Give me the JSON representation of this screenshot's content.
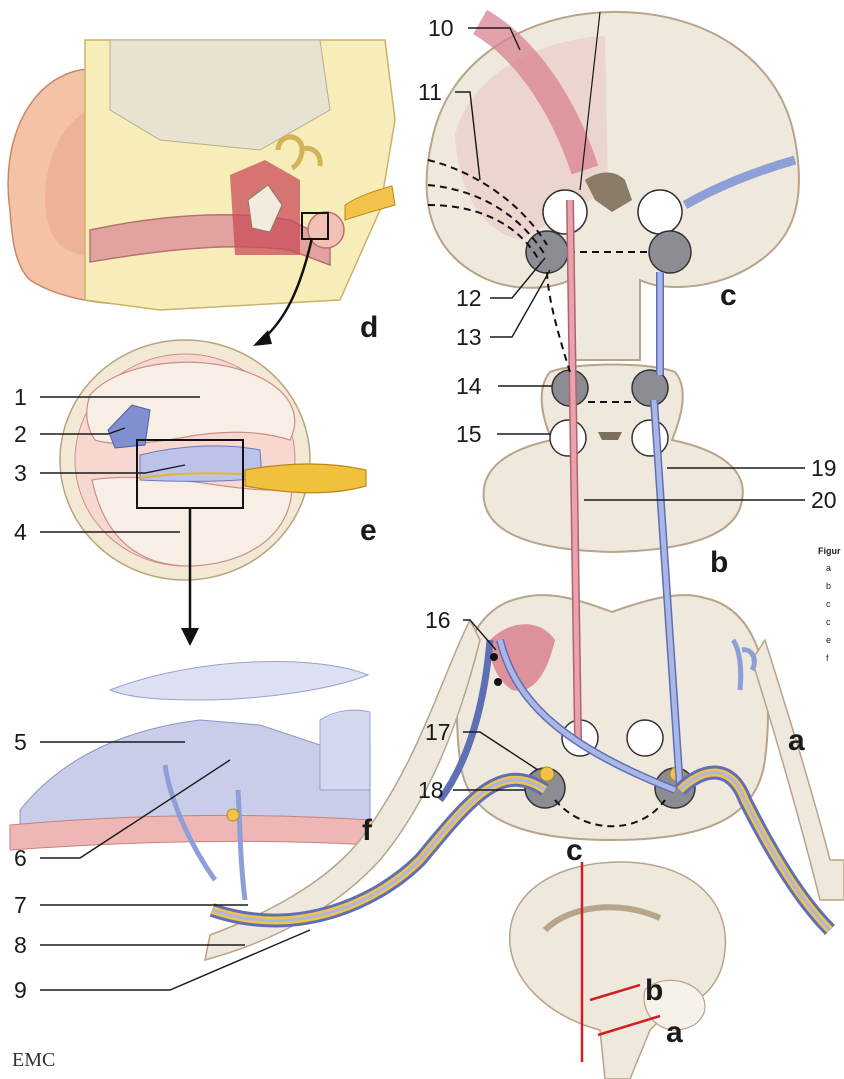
{
  "callouts": [
    "1",
    "2",
    "3",
    "4",
    "5",
    "6",
    "7",
    "8",
    "9",
    "10",
    "11",
    "12",
    "13",
    "14",
    "15",
    "16",
    "17",
    "18",
    "19",
    "20"
  ],
  "panel_letters": {
    "a": "a",
    "b": "b",
    "c": "c",
    "d": "d",
    "e": "e",
    "f": "f",
    "mini_c": "c",
    "mini_b": "b",
    "mini_a": "a"
  },
  "caption": {
    "title": "Figur",
    "lines": [
      "a",
      "b",
      "c",
      "c",
      "e",
      "f"
    ]
  },
  "logo": "EMC",
  "colors": {
    "pink_tract": "#d9838f",
    "blue_tract": "#8e9fd8",
    "yellow_fiber": "#f2c24c",
    "nucleus_gray": "#8b8d92",
    "cortex": "#efe8dc",
    "cortex_edge": "#b7a48a",
    "cochlear_nerve": "#e6b32a",
    "section_line": "#d21f26"
  }
}
